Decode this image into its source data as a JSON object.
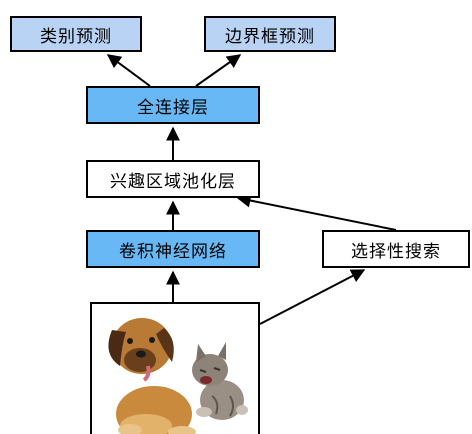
{
  "nodes": {
    "class_prediction": "类别预测",
    "bbox_prediction": "边界框预测",
    "fully_connected": "全连接层",
    "roi_pooling": "兴趣区域池化层",
    "cnn": "卷积神经网络",
    "selective_search": "选择性搜索"
  },
  "colors": {
    "prediction_fill": "#b8d3f3",
    "highlight_fill": "#67b8f4",
    "plain_fill": "#ffffff"
  }
}
